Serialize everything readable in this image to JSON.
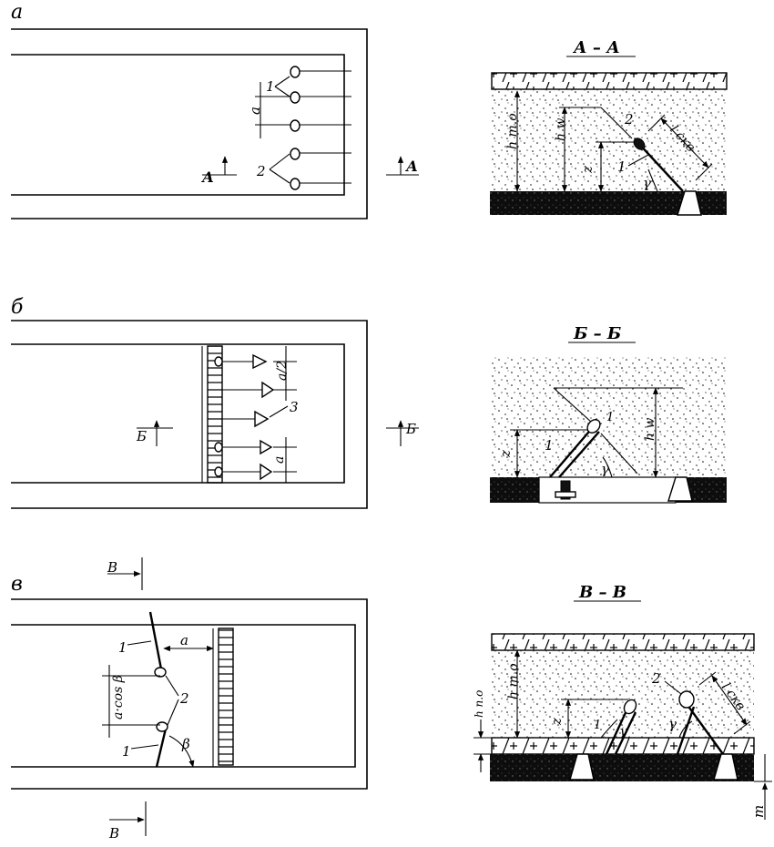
{
  "panels": {
    "a": {
      "letter": "а",
      "section_mark": "А",
      "dim": "a",
      "callout_1": "1",
      "callout_2": "2"
    },
    "b": {
      "letter": "б",
      "section_mark": "Б",
      "dim_half": "a/2",
      "dim": "a",
      "callout_3": "3"
    },
    "v": {
      "letter": "в",
      "section_mark": "В",
      "dim": "a",
      "dim_cos": "a·cos β",
      "angle": "β",
      "callout_1": "1",
      "callout_2": "2"
    }
  },
  "sections": {
    "aa": {
      "title": "А – А",
      "h_to": "h т.о",
      "h_w": "h w",
      "z": "z",
      "l_label": "l скв",
      "gamma": "γ",
      "callout_1": "1",
      "callout_2": "2"
    },
    "bb": {
      "title": "Б – Б",
      "z": "z",
      "h_w": "h w",
      "gamma": "γ",
      "callout_1": "1",
      "callout_1b": "1"
    },
    "vv": {
      "title": "В – В",
      "h_po": "h п.о",
      "h_to": "h т.о",
      "z": "z",
      "l_label": "l скв",
      "gamma_1": "γ",
      "gamma_2": "γ",
      "callout_1": "1",
      "callout_2": "2",
      "m": "m"
    }
  }
}
